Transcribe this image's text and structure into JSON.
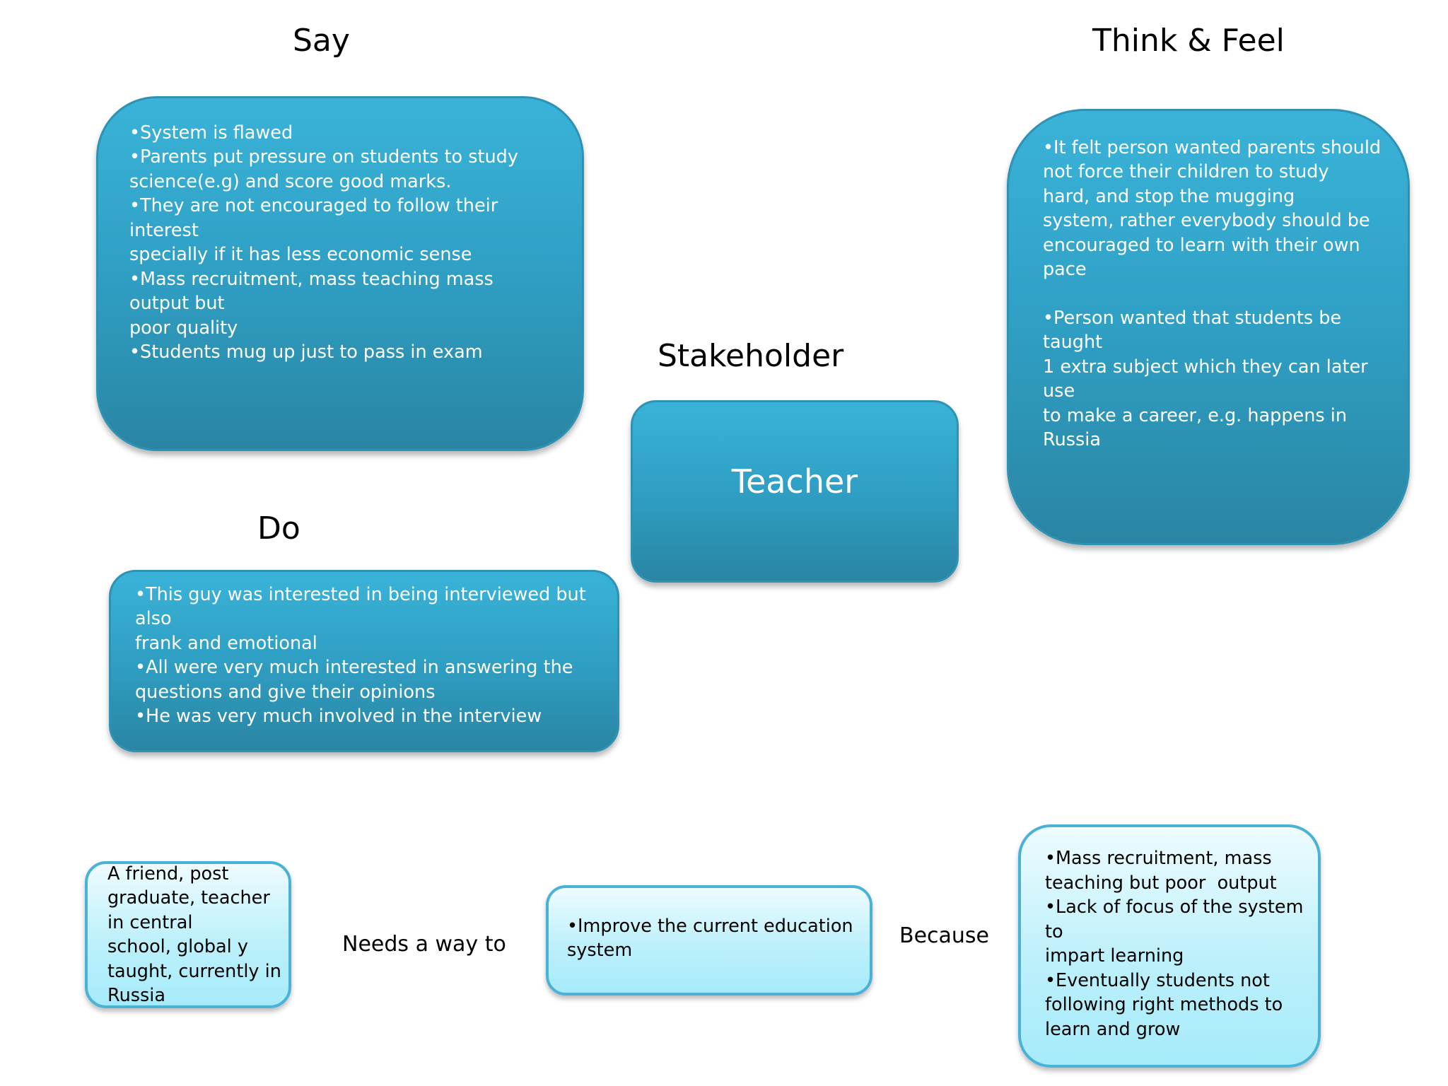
{
  "headings": {
    "say": "Say",
    "think_feel": "Think & Feel",
    "stakeholder": "Stakeholder",
    "do": "Do"
  },
  "say_box": {
    "lines": [
      "•System is flawed",
      "•Parents put pressure on students to study",
      "science(e.g) and score good marks.",
      "•They are not encouraged to follow their interest",
      "specially if it has less economic sense",
      "•Mass recruitment, mass teaching mass output but",
      "poor quality",
      "•Students mug up just to pass in exam"
    ]
  },
  "think_box": {
    "lines": [
      "•It felt person wanted parents should",
      "not force their children to study",
      "hard, and stop the mugging",
      "system, rather everybody should be",
      "encouraged to learn with their own",
      "pace",
      "",
      "•Person wanted that students be taught",
      "1 extra subject which they can later use",
      "to make a career, e.g. happens in Russia"
    ]
  },
  "stakeholder_box": {
    "label": "Teacher"
  },
  "do_box": {
    "lines": [
      "•This guy was interested in being interviewed but also",
      "frank and emotional",
      "•All were very much interested in answering the",
      "questions and give their opinions",
      "•He was very much involved in the interview"
    ]
  },
  "friend_box": {
    "lines": [
      "A friend, post",
      "graduate, teacher",
      "in central",
      "school, global y",
      "taught, currently in",
      "Russia"
    ]
  },
  "needs_label": "Needs a way to",
  "improve_box": {
    "lines": [
      "•Improve the current education",
      "system"
    ]
  },
  "because_label": "Because",
  "because_box": {
    "lines": [
      "•Mass recruitment, mass",
      "teaching but poor  output",
      "•Lack of focus of the system to",
      "impart learning",
      "•Eventually students not",
      "following right methods to",
      "learn and grow"
    ]
  }
}
